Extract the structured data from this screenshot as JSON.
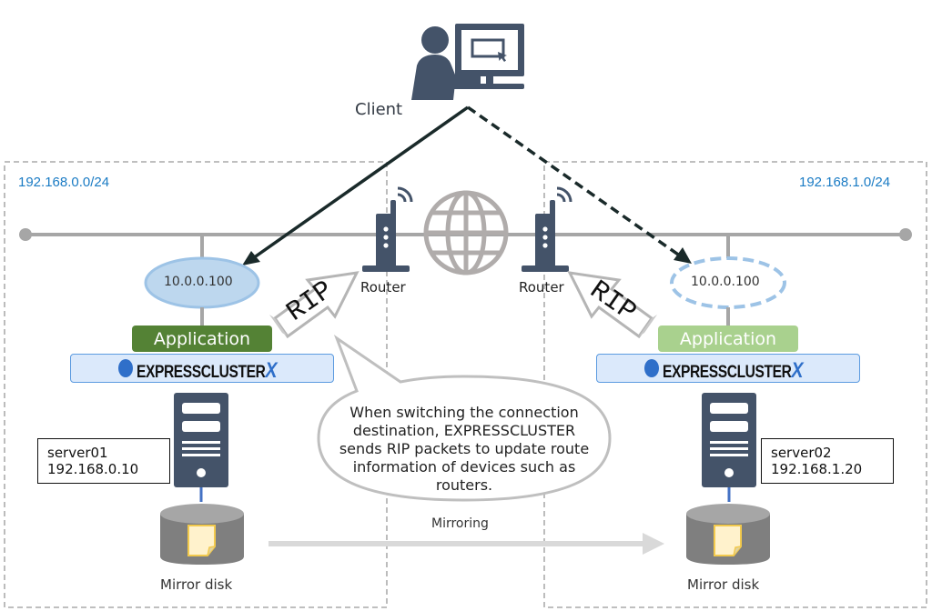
{
  "client": {
    "label": "Client",
    "icon": "client-computer-icon"
  },
  "networks": {
    "left": {
      "subnet": "192.168.0.0/24"
    },
    "right": {
      "subnet": "192.168.1.0/24"
    }
  },
  "routers": [
    {
      "label": "Router"
    },
    {
      "label": "Router"
    }
  ],
  "rip_label": "RIP",
  "left_node": {
    "virtual_ip": "10.0.0.100",
    "application": "Application",
    "cluster_software": "EXPRESSCLUSTER",
    "cluster_suffix": "X",
    "server_name": "server01",
    "server_ip": "192.168.0.10",
    "disk_label": "Mirror disk",
    "state": "active"
  },
  "right_node": {
    "virtual_ip": "10.0.0.100",
    "application": "Application",
    "cluster_software": "EXPRESSCLUSTER",
    "cluster_suffix": "X",
    "server_name": "server02",
    "server_ip": "192.168.1.20",
    "disk_label": "Mirror disk",
    "state": "standby"
  },
  "callout": {
    "lines": [
      "When switching the connection",
      "destination, EXPRESSCLUSTER",
      "sends RIP packets to update route",
      "information of devices such as",
      "routers."
    ]
  },
  "mirroring_label": "Mirroring",
  "colors": {
    "icon_dark": "#445369",
    "network_line": "#a6a6a6",
    "subnet_text": "#1a7bc4",
    "app_active": "#548235",
    "app_standby": "#a9d18e",
    "vip_fill": "#bdd7ee",
    "vip_border": "#9dc3e6",
    "cluster_bg": "#dbe9fb",
    "disk": "#7f7f7f",
    "file": "#fff2cc"
  }
}
